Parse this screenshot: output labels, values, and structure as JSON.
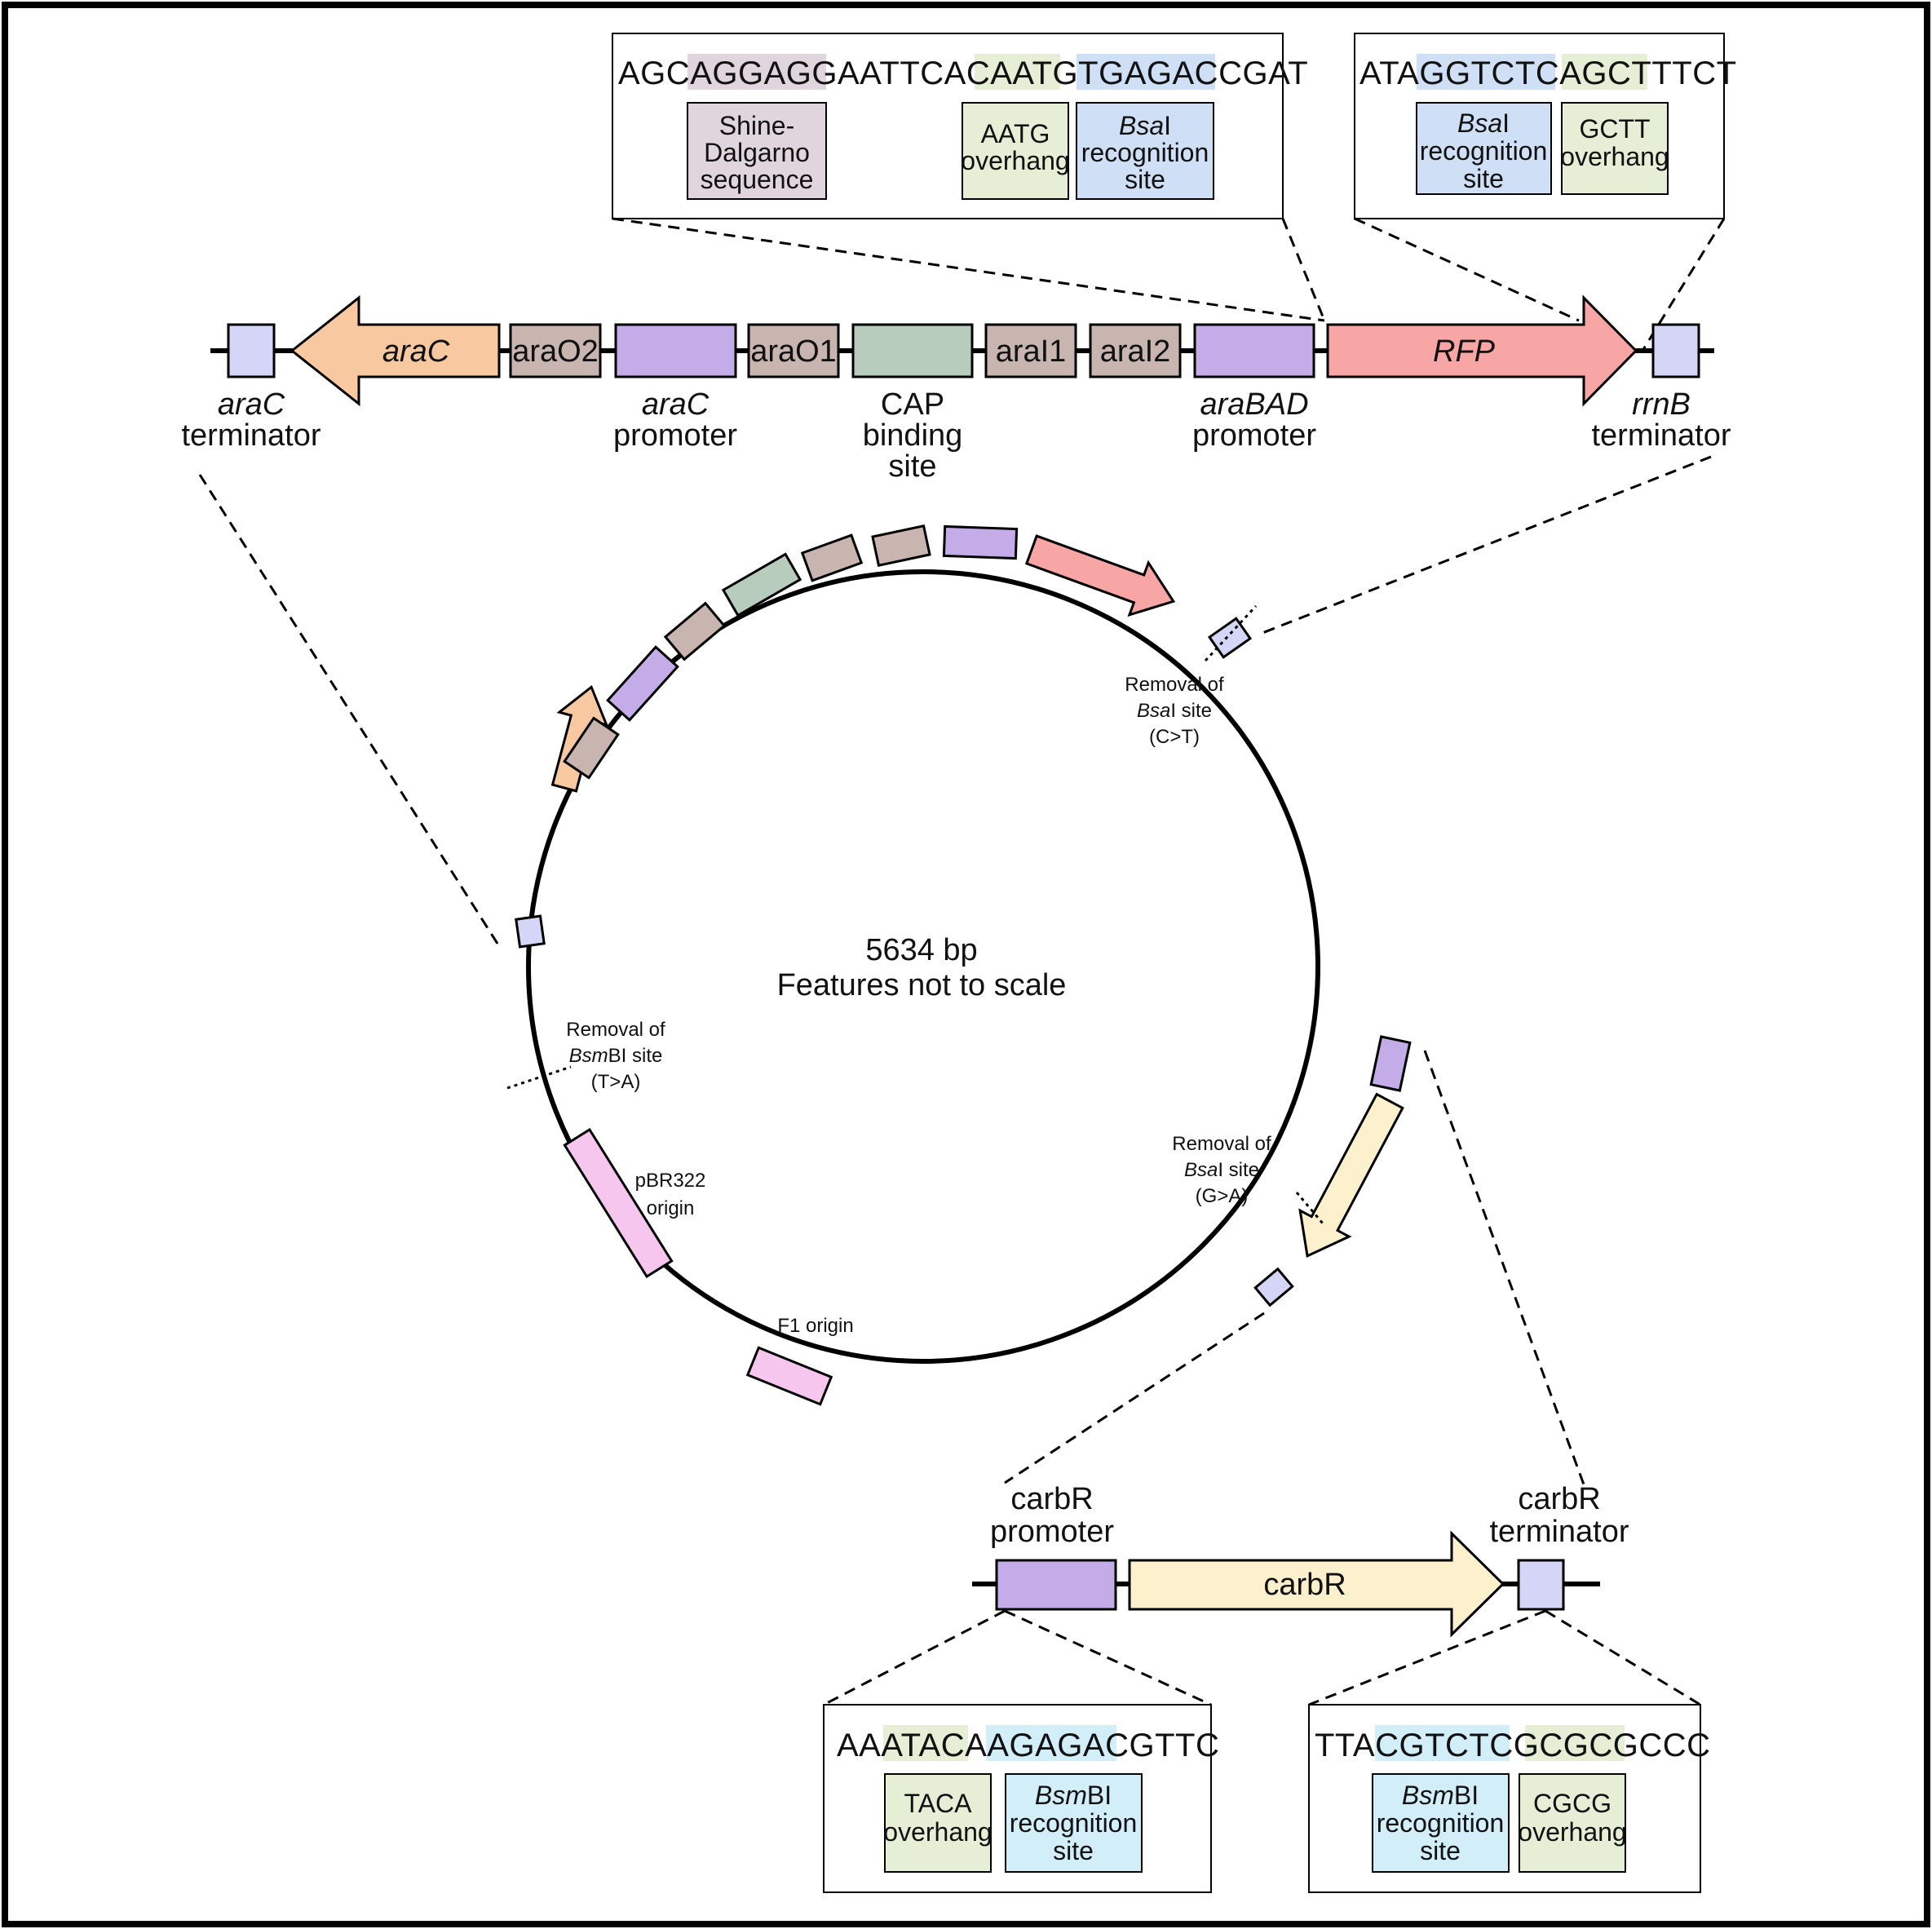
{
  "colors": {
    "terminator": "#d5d5f7",
    "araC_gene": "#f8c9a0",
    "operator": "#c9b5b0",
    "promoter": "#c3ace8",
    "cap_site": "#b7ccbd",
    "rfp": "#f7a5a5",
    "carbR_gene": "#fdf1cd",
    "origin": "#f7c6ef",
    "sd_highlight": "#e0d5dc",
    "overhang_highlight": "#e6efd5",
    "bsai_highlight": "#cfdff5",
    "bsmbi_highlight": "#d2eef9"
  },
  "top_map": {
    "labels": {
      "araC_terminator_1": "araC",
      "araC_terminator_2": "terminator",
      "araC_gene": "araC",
      "araO2": "araO2",
      "araC_promoter_1": "araC",
      "araC_promoter_2": "promoter",
      "araO1": "araO1",
      "cap_1": "CAP",
      "cap_2": "binding",
      "cap_3": "site",
      "araI1": "araI1",
      "araI2": "araI2",
      "araBAD_promoter_1": "araBAD",
      "araBAD_promoter_2": "promoter",
      "rfp": "RFP",
      "rrnB_terminator_1": "rrnB",
      "rrnB_terminator_2": "terminator"
    }
  },
  "seq_box_1": {
    "segments": [
      {
        "text": "AGC",
        "hl": ""
      },
      {
        "text": "AGGAGG",
        "hl": "sd"
      },
      {
        "text": "AATTCAC",
        "hl": ""
      },
      {
        "text": "AATG",
        "hl": "ov"
      },
      {
        "text": "T",
        "hl": ""
      },
      {
        "text": "GAGACC",
        "hl": "bsa"
      },
      {
        "text": "GAT",
        "hl": ""
      }
    ],
    "sd_1": "Shine-",
    "sd_2": "Dalgarno",
    "sd_3": "sequence",
    "aatg_1": "AATG",
    "aatg_2": "overhang",
    "bsai_enzyme": "Bsa",
    "bsai_suffix": "I",
    "bsai_2": "recognition",
    "bsai_3": "site"
  },
  "seq_box_2": {
    "segments": [
      {
        "text": "ATA",
        "hl": ""
      },
      {
        "text": "GGTCTCA",
        "hl": "bsa"
      },
      {
        "text": "GCTT",
        "hl": "ov"
      },
      {
        "text": "TCT",
        "hl": ""
      }
    ],
    "bsai_enzyme": "Bsa",
    "bsai_suffix": "I",
    "bsai_2": "recognition",
    "bsai_3": "site",
    "gctt_1": "GCTT",
    "gctt_2": "overhang"
  },
  "plasmid": {
    "size": "5634 bp",
    "note": "Features not to scale",
    "removal_1": {
      "line1": "Removal of",
      "enzyme": "Bsa",
      "suffix": "I site",
      "mutation": "(C>T)"
    },
    "removal_2": {
      "line1": "Removal of",
      "enzyme": "Bsm",
      "suffix": "BI site",
      "mutation": "(T>A)"
    },
    "removal_3": {
      "line1": "Removal of",
      "enzyme": "Bsa",
      "suffix": "I site",
      "mutation": "(G>A)"
    },
    "pbr322_1": "pBR322",
    "pbr322_2": "origin",
    "f1": "F1 origin"
  },
  "bottom_map": {
    "promoter_1": "carbR",
    "promoter_2": "promoter",
    "gene": "carbR",
    "terminator_1": "carbR",
    "terminator_2": "terminator"
  },
  "seq_box_3": {
    "segments": [
      {
        "text": "AAA",
        "hl": ""
      },
      {
        "text": "TACA",
        "hl": "ov"
      },
      {
        "text": "A",
        "hl": ""
      },
      {
        "text": "GAGACG",
        "hl": "bsm"
      },
      {
        "text": "TTC",
        "hl": ""
      }
    ],
    "taca_1": "TACA",
    "taca_2": "overhang",
    "bsmbi_enzyme": "Bsm",
    "bsmbi_suffix": "BI",
    "bsmbi_2": "recognition",
    "bsmbi_3": "site"
  },
  "seq_box_4": {
    "segments": [
      {
        "text": "TTA",
        "hl": ""
      },
      {
        "text": "CGTCTC",
        "hl": "bsm"
      },
      {
        "text": "GCGCG",
        "hl": "ov"
      },
      {
        "text": "CCC",
        "hl": ""
      }
    ],
    "bsmbi_enzyme": "Bsm",
    "bsmbi_suffix": "BI",
    "bsmbi_2": "recognition",
    "bsmbi_3": "site",
    "cgcg_1": "CGCG",
    "cgcg_2": "overhang"
  }
}
